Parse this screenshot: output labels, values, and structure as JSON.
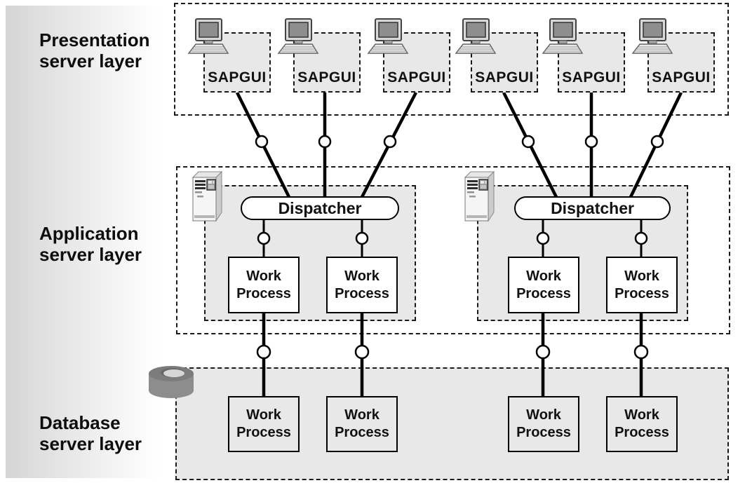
{
  "layer_labels": {
    "presentation": "Presentation server layer",
    "application": "Application server layer",
    "database": "Database server layer"
  },
  "presentation": {
    "clients": [
      {
        "label": "SAPGUI"
      },
      {
        "label": "SAPGUI"
      },
      {
        "label": "SAPGUI"
      },
      {
        "label": "SAPGUI"
      },
      {
        "label": "SAPGUI"
      },
      {
        "label": "SAPGUI"
      }
    ]
  },
  "application": {
    "servers": [
      {
        "dispatcher": "Dispatcher",
        "work_processes": [
          "Work Process",
          "Work Process"
        ]
      },
      {
        "dispatcher": "Dispatcher",
        "work_processes": [
          "Work Process",
          "Work Process"
        ]
      }
    ]
  },
  "database": {
    "work_processes": [
      "Work Process",
      "Work Process",
      "Work Process",
      "Work Process"
    ]
  },
  "icons": {
    "client": "desktop-computer-icon",
    "application_server": "server-tower-icon",
    "database": "database-cylinder-icon"
  },
  "colors": {
    "layer_fill": "#e8e8e8",
    "line": "#000000",
    "node_fill": "#ffffff",
    "sidebar_gradient_start": "#d5d5d5",
    "sidebar_gradient_end": "#ffffff"
  }
}
